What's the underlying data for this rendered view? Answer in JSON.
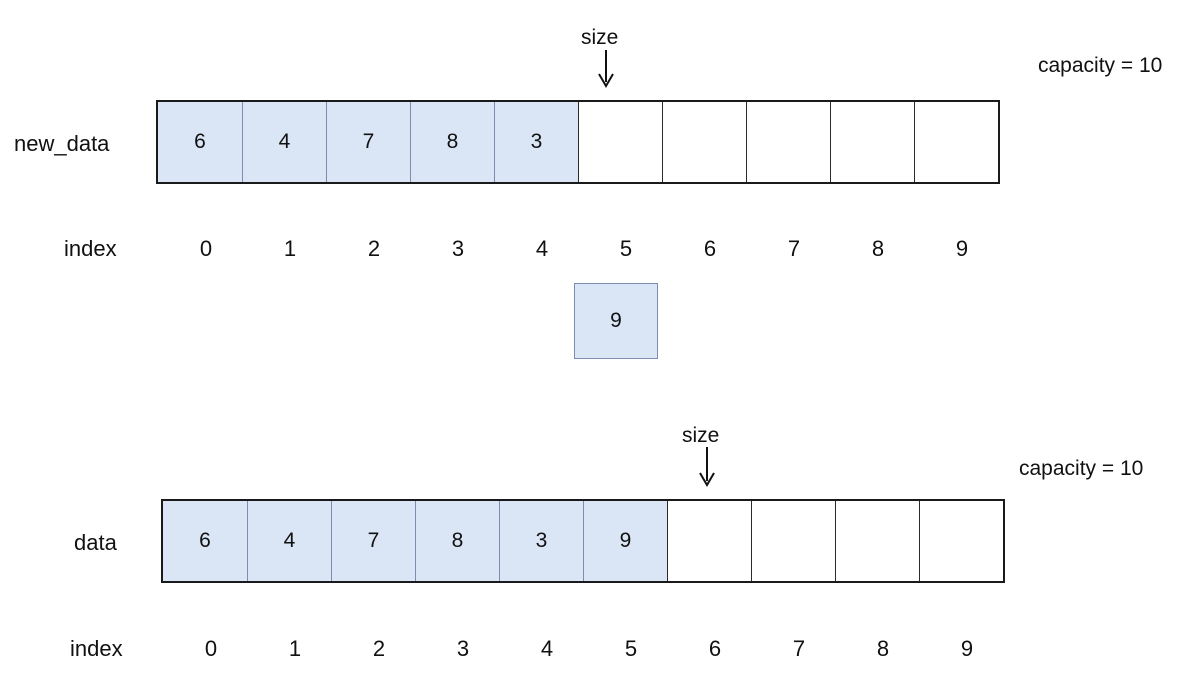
{
  "top": {
    "array_name": "new_data",
    "cells": [
      "6",
      "4",
      "7",
      "8",
      "3",
      "",
      "",
      "",
      "",
      ""
    ],
    "filled_count": 5,
    "index_label": "index",
    "indices": [
      "0",
      "1",
      "2",
      "3",
      "4",
      "5",
      "6",
      "7",
      "8",
      "9"
    ],
    "size_label": "size",
    "capacity_label": "capacity = 10"
  },
  "incoming": {
    "value": "9"
  },
  "bottom": {
    "array_name": "data",
    "cells": [
      "6",
      "4",
      "7",
      "8",
      "3",
      "9",
      "",
      "",
      "",
      ""
    ],
    "filled_count": 6,
    "index_label": "index",
    "indices": [
      "0",
      "1",
      "2",
      "3",
      "4",
      "5",
      "6",
      "7",
      "8",
      "9"
    ],
    "size_label": "size",
    "capacity_label": "capacity = 10"
  },
  "colors": {
    "filled": "#dae6f6",
    "empty": "#ffffff",
    "border": "#1a1a1a"
  }
}
